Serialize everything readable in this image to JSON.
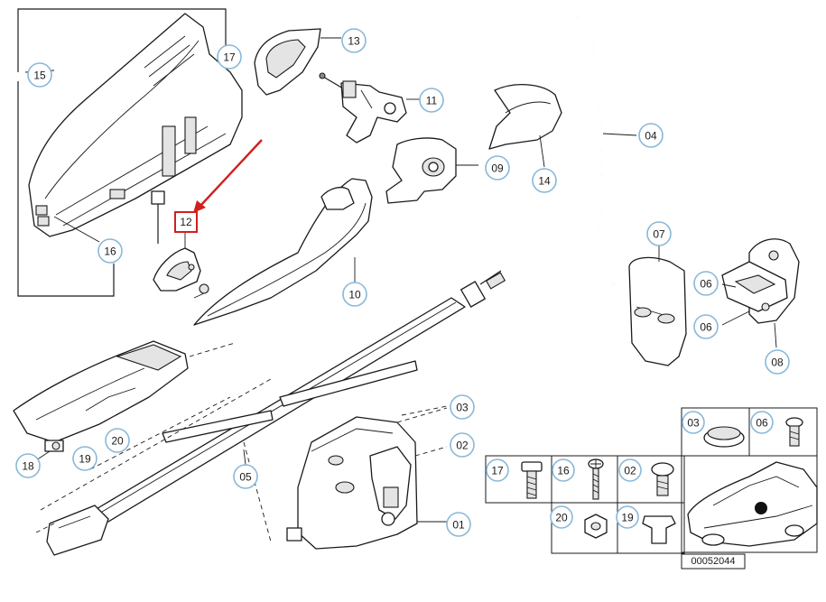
{
  "diagram": {
    "highlight_color": "#d0201e",
    "callout_stroke": "#8ab8d8",
    "highlighted_label": "12",
    "document_id": "00052044",
    "callouts": [
      {
        "id": "c15",
        "label": "15"
      },
      {
        "id": "c17",
        "label": "17"
      },
      {
        "id": "c13",
        "label": "13"
      },
      {
        "id": "c11",
        "label": "11"
      },
      {
        "id": "c16",
        "label": "16"
      },
      {
        "id": "c09",
        "label": "09"
      },
      {
        "id": "c14",
        "label": "14"
      },
      {
        "id": "c04",
        "label": "04"
      },
      {
        "id": "c07",
        "label": "07"
      },
      {
        "id": "c06a",
        "label": "06"
      },
      {
        "id": "c06b",
        "label": "06"
      },
      {
        "id": "c08",
        "label": "08"
      },
      {
        "id": "c10",
        "label": "10"
      },
      {
        "id": "c18",
        "label": "18"
      },
      {
        "id": "c19",
        "label": "19"
      },
      {
        "id": "c20",
        "label": "20"
      },
      {
        "id": "c05",
        "label": "05"
      },
      {
        "id": "c03",
        "label": "03"
      },
      {
        "id": "c02",
        "label": "02"
      },
      {
        "id": "c01",
        "label": "01"
      }
    ],
    "legend_table": {
      "cells": [
        {
          "id": "t03",
          "label": "03"
        },
        {
          "id": "t06",
          "label": "06"
        },
        {
          "id": "t17",
          "label": "17"
        },
        {
          "id": "t16",
          "label": "16"
        },
        {
          "id": "t02",
          "label": "02"
        },
        {
          "id": "t20",
          "label": "20"
        },
        {
          "id": "t19",
          "label": "19"
        }
      ]
    }
  }
}
